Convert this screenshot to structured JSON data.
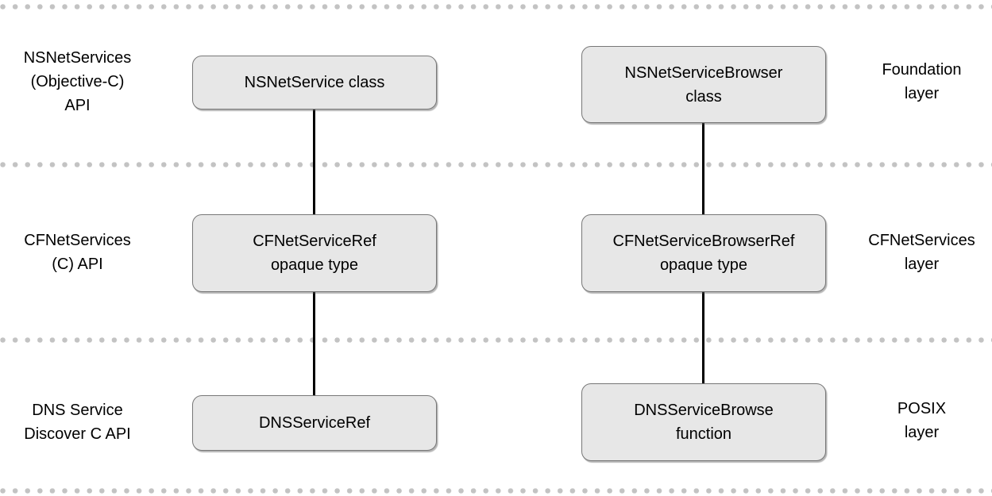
{
  "diagram": {
    "rows": [
      {
        "api_label": "NSNetServices\n(Objective-C)\nAPI",
        "service_box": "NSNetService class",
        "browser_box": "NSNetServiceBrowser\nclass",
        "layer_label": "Foundation\nlayer"
      },
      {
        "api_label": "CFNetServices\n(C) API",
        "service_box": "CFNetServiceRef\nopaque type",
        "browser_box": "CFNetServiceBrowserRef\nopaque type",
        "layer_label": "CFNetServices\nlayer"
      },
      {
        "api_label": "DNS Service\nDiscover C API",
        "service_box": "DNSServiceRef",
        "browser_box": "DNSServiceBrowse\nfunction",
        "layer_label": "POSIX\nlayer"
      }
    ],
    "colors": {
      "background": "#ffffff",
      "box_fill": "#e7e7e7",
      "box_border": "#777777",
      "connector": "#000000",
      "dot": "#c3c3c3",
      "text": "#000000"
    }
  }
}
